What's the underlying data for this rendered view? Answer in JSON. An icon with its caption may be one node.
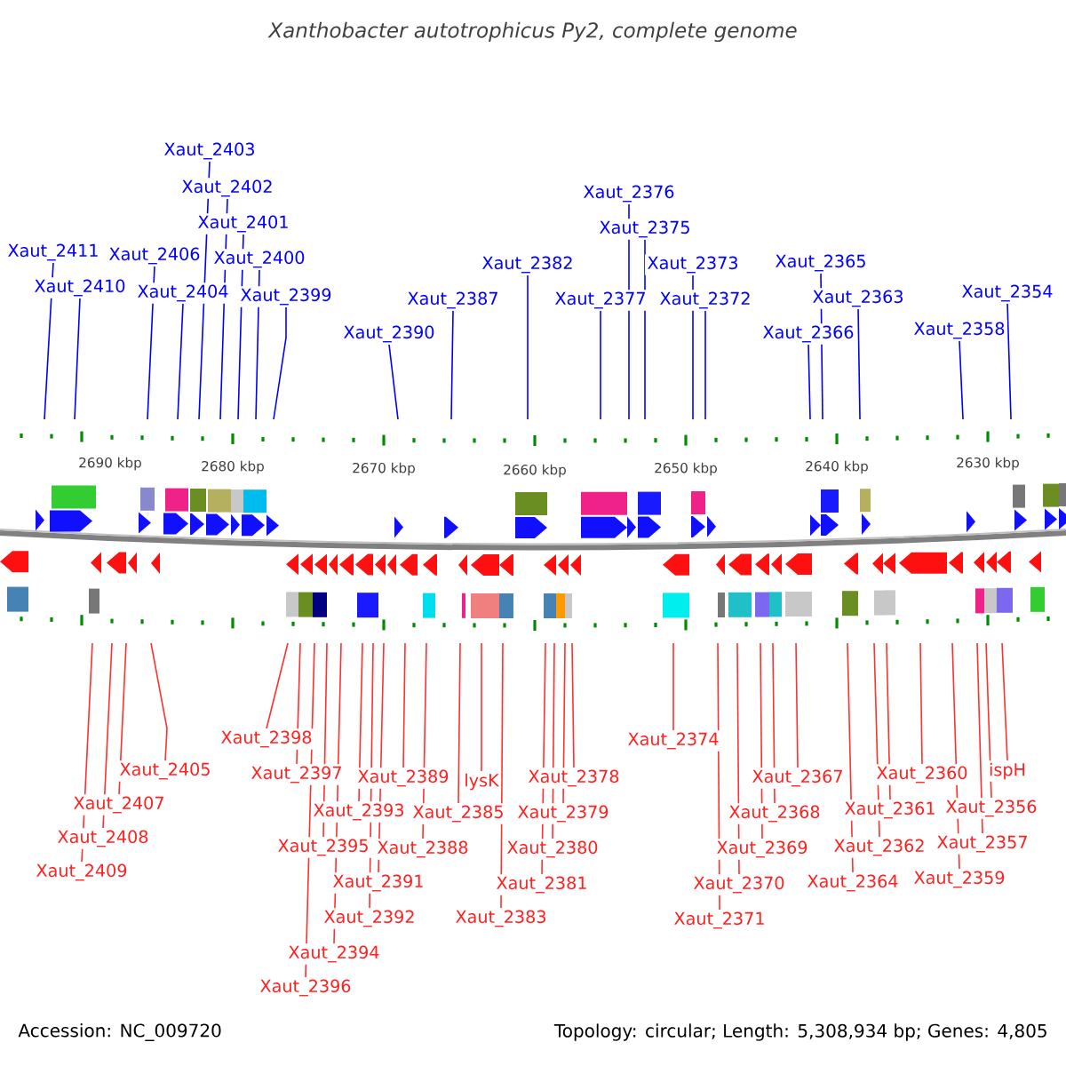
{
  "diagram": {
    "title": "Xanthobacter autotrophicus Py2, complete genome",
    "nodes": [
      {
        "text": [
          "Xaut_2403"
        ]
      },
      {
        "text": [
          "Xaut_2402"
        ]
      },
      {
        "text": [
          "Xaut_2401"
        ]
      },
      {
        "text": [
          "Xaut_2411"
        ]
      },
      {
        "text": [
          "Xaut_2406"
        ]
      },
      {
        "text": [
          "Xaut_2400"
        ]
      },
      {
        "text": [
          "Xaut_2410"
        ]
      },
      {
        "text": [
          "Xaut_2404"
        ]
      },
      {
        "text": [
          "Xaut_2399"
        ]
      },
      {
        "text": [
          "Xaut_2390"
        ]
      },
      {
        "text": [
          "Xaut_2387"
        ]
      },
      {
        "text": [
          "Xaut_2382"
        ]
      },
      {
        "text": [
          "Xaut_2376"
        ]
      },
      {
        "text": [
          "Xaut_2375"
        ]
      },
      {
        "text": [
          "Xaut_2373"
        ]
      },
      {
        "text": [
          "Xaut_2377"
        ]
      },
      {
        "text": [
          "Xaut_2372"
        ]
      },
      {
        "text": [
          "Xaut_2365"
        ]
      },
      {
        "text": [
          "Xaut_2363"
        ]
      },
      {
        "text": [
          "Xaut_2366"
        ]
      },
      {
        "text": [
          "Xaut_2354"
        ]
      },
      {
        "text": [
          "Xaut_2358"
        ]
      },
      {
        "text": [
          "Xaut_2398"
        ]
      },
      {
        "text": [
          "Xaut_2374"
        ]
      },
      {
        "text": [
          "Xaut_2405"
        ]
      },
      {
        "text": [
          "Xaut_2360"
        ]
      },
      {
        "text": [
          "ispH"
        ]
      },
      {
        "text": [
          "Xaut_2397"
        ]
      },
      {
        "text": [
          "Xaut_2389"
        ]
      },
      {
        "text": [
          "lysK"
        ]
      },
      {
        "text": [
          "Xaut_2378"
        ]
      },
      {
        "text": [
          "Xaut_2367"
        ]
      },
      {
        "text": [
          "Xaut_2407"
        ]
      },
      {
        "text": [
          "Xaut_2393"
        ]
      },
      {
        "text": [
          "Xaut_2385"
        ]
      },
      {
        "text": [
          "Xaut_2379"
        ]
      },
      {
        "text": [
          "Xaut_2368"
        ]
      },
      {
        "text": [
          "Xaut_2361"
        ]
      },
      {
        "text": [
          "Xaut_2356"
        ]
      },
      {
        "text": [
          "Xaut_2408"
        ]
      },
      {
        "text": [
          "Xaut_2395"
        ]
      },
      {
        "text": [
          "Xaut_2388"
        ]
      },
      {
        "text": [
          "Xaut_2380"
        ]
      },
      {
        "text": [
          "Xaut_2369"
        ]
      },
      {
        "text": [
          "Xaut_2362"
        ]
      },
      {
        "text": [
          "Xaut_2357"
        ]
      },
      {
        "text": [
          "Xaut_2409"
        ]
      },
      {
        "text": [
          "Xaut_2391"
        ]
      },
      {
        "text": [
          "Xaut_2381"
        ]
      },
      {
        "text": [
          "Xaut_2370"
        ]
      },
      {
        "text": [
          "Xaut_2364"
        ]
      },
      {
        "text": [
          "Xaut_2359"
        ]
      },
      {
        "text": [
          "Xaut_2392"
        ]
      },
      {
        "text": [
          "Xaut_2383"
        ]
      },
      {
        "text": [
          "Xaut_2371"
        ]
      },
      {
        "text": [
          "Xaut_2394"
        ]
      },
      {
        "text": [
          "Xaut_2396"
        ]
      }
    ],
    "edges": [
      {
        "from": 0,
        "to": null,
        "arrow": "none",
        "color": "#0000ff"
      },
      {
        "from": 1,
        "to": null,
        "arrow": "none",
        "color": "#0000ff"
      },
      {
        "from": 2,
        "to": null,
        "arrow": "none",
        "color": "#0000ff"
      },
      {
        "from": 3,
        "to": null,
        "arrow": "none",
        "color": "#0000ff"
      },
      {
        "from": 4,
        "to": null,
        "arrow": "none",
        "color": "#0000ff"
      },
      {
        "from": 5,
        "to": null,
        "arrow": "none",
        "color": "#0000ff"
      },
      {
        "from": 6,
        "to": null,
        "arrow": "none",
        "color": "#0000ff"
      },
      {
        "from": 7,
        "to": null,
        "arrow": "none",
        "color": "#0000ff"
      },
      {
        "from": 8,
        "to": null,
        "arrow": "none",
        "color": "#0000ff"
      },
      {
        "from": 9,
        "to": null,
        "arrow": "none",
        "color": "#0000ff"
      },
      {
        "from": 10,
        "to": null,
        "arrow": "none",
        "color": "#0000ff"
      },
      {
        "from": 11,
        "to": null,
        "arrow": "none",
        "color": "#0000ff"
      },
      {
        "from": 12,
        "to": null,
        "arrow": "none",
        "color": "#0000ff"
      },
      {
        "from": 13,
        "to": null,
        "arrow": "none",
        "color": "#0000ff"
      },
      {
        "from": 14,
        "to": null,
        "arrow": "none",
        "color": "#0000ff"
      },
      {
        "from": 15,
        "to": null,
        "arrow": "none",
        "color": "#0000ff"
      },
      {
        "from": 16,
        "to": null,
        "arrow": "none",
        "color": "#0000ff"
      },
      {
        "from": 17,
        "to": null,
        "arrow": "none",
        "color": "#0000ff"
      },
      {
        "from": 18,
        "to": null,
        "arrow": "none",
        "color": "#0000ff"
      },
      {
        "from": 19,
        "to": null,
        "arrow": "none",
        "color": "#0000ff"
      },
      {
        "from": 20,
        "to": null,
        "arrow": "none",
        "color": "#0000ff"
      },
      {
        "from": 21,
        "to": null,
        "arrow": "none",
        "color": "#0000ff"
      },
      {
        "from": 22,
        "to": null,
        "arrow": "none"
      },
      {
        "from": 23,
        "to": null,
        "arrow": "none"
      },
      {
        "from": 24,
        "to": null,
        "arrow": "none"
      },
      {
        "from": 25,
        "to": null,
        "arrow": "none"
      },
      {
        "from": 26,
        "to": null,
        "arrow": "none"
      },
      {
        "from": 27,
        "to": null,
        "arrow": "none"
      },
      {
        "from": 28,
        "to": null,
        "arrow": "none"
      },
      {
        "from": 29,
        "to": null,
        "arrow": "none"
      },
      {
        "from": 30,
        "to": null,
        "arrow": "none"
      },
      {
        "from": 31,
        "to": null,
        "arrow": "none"
      },
      {
        "from": 32,
        "to": null,
        "arrow": "none"
      },
      {
        "from": 33,
        "to": null,
        "arrow": "none"
      },
      {
        "from": 34,
        "to": null,
        "arrow": "none"
      },
      {
        "from": 35,
        "to": null,
        "arrow": "none"
      },
      {
        "from": 36,
        "to": null,
        "arrow": "none"
      },
      {
        "from": 37,
        "to": null,
        "arrow": "none"
      },
      {
        "from": 38,
        "to": null,
        "arrow": "none"
      },
      {
        "from": 39,
        "to": null,
        "arrow": "none"
      },
      {
        "from": 40,
        "to": null,
        "arrow": "none"
      },
      {
        "from": 41,
        "to": null,
        "arrow": "none"
      },
      {
        "from": 42,
        "to": null,
        "arrow": "none"
      },
      {
        "from": 43,
        "to": null,
        "arrow": "none"
      },
      {
        "from": 44,
        "to": null,
        "arrow": "none"
      },
      {
        "from": 45,
        "to": null,
        "arrow": "none"
      },
      {
        "from": 46,
        "to": null,
        "arrow": "none"
      },
      {
        "from": 47,
        "to": null,
        "arrow": "none"
      },
      {
        "from": 48,
        "to": null,
        "arrow": "none"
      },
      {
        "from": 49,
        "to": null,
        "arrow": "none"
      },
      {
        "from": 50,
        "to": null,
        "arrow": "none"
      },
      {
        "from": 51,
        "to": null,
        "arrow": "none"
      },
      {
        "from": 52,
        "to": null,
        "arrow": "none"
      },
      {
        "from": 53,
        "to": null,
        "arrow": "none"
      },
      {
        "from": 54,
        "to": null,
        "arrow": "none"
      },
      {
        "from": 55,
        "to": null,
        "arrow": "none"
      },
      {
        "from": 56,
        "to": null,
        "arrow": "none"
      }
    ],
    "labels": [
      "2690 kbp",
      "2680 kbp",
      "2670 kbp",
      "2660 kbp",
      "2650 kbp",
      "2640 kbp",
      "2630 kbp",
      "Accession: NC_009720",
      "Topology: circular; Length: 5,308,934 bp; Genes: 4,805"
    ]
  }
}
